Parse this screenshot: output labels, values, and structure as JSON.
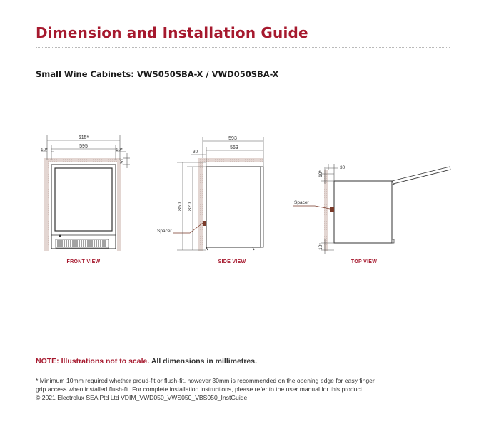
{
  "document": {
    "title": "Dimension and Installation Guide",
    "subtitle": "Small Wine Cabinets: VWS050SBA-X / VWD050SBA-X"
  },
  "diagram": {
    "front": {
      "label": "FRONT VIEW",
      "dim_outer": "615*",
      "dim_inner": "595",
      "gap_left": "10*",
      "gap_right": "10*",
      "gap_top": "30"
    },
    "side": {
      "label": "SIDE VIEW",
      "dim_outer": "593",
      "dim_inner": "563",
      "gap_front": "30",
      "height_inner": "850",
      "height_outer": "820",
      "spacer": "Spacer"
    },
    "top": {
      "label": "TOP VIEW",
      "gap_front": "30",
      "gap_top": "10*",
      "gap_bottom": "10*",
      "spacer": "Spacer"
    }
  },
  "note": {
    "emphasis": "NOTE: Illustrations not to scale.",
    "text": "All dimensions in millimetres."
  },
  "footnote": {
    "line1": "* Minimum 10mm required whether proud-fit or flush-fit, however 30mm is recommended on the opening edge for easy finger",
    "line2": "grip access when installed flush-fit. For complete installation instructions, please refer to the user manual for this product.",
    "line3": "© 2021 Electrolux SEA Ptd Ltd VDIM_VWD050_VWS050_VBS050_InstGuide"
  },
  "page_number": "",
  "colors": {
    "accent": "#a6192e",
    "wall": "#e3d6d2",
    "spacer": "#7a3a2a"
  }
}
